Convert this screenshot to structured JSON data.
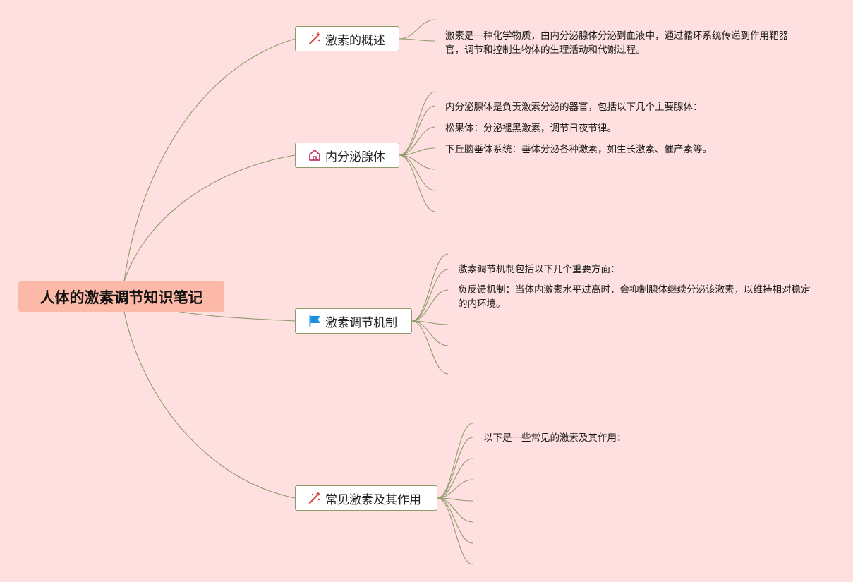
{
  "colors": {
    "background": "#ffe0e0",
    "root_fill": "#fdb9a8",
    "branch_border": "#8e9a6b",
    "connector": "#8e9a6b",
    "wand_icon": "#d6453a",
    "house_icon": "#c23b63",
    "flag_icon": "#1a8fe0"
  },
  "root": {
    "title": "人体的激素调节知识笔记"
  },
  "branches": [
    {
      "label": "激素的概述",
      "icon": "magic-wand-icon",
      "leaves": [
        "激素是一种化学物质，由内分泌腺体分泌到血液中，通过循环系统传递到作用靶器官，调节和控制生物体的生理活动和代谢过程。"
      ]
    },
    {
      "label": "内分泌腺体",
      "icon": "house-icon",
      "leaves": [
        "内分泌腺体是负责激素分泌的器官，包括以下几个主要腺体：",
        "松果体：分泌褪黑激素，调节日夜节律。",
        "下丘脑垂体系统：垂体分泌各种激素，如生长激素、催产素等。"
      ]
    },
    {
      "label": "激素调节机制",
      "icon": "flag-icon",
      "leaves": [
        "激素调节机制包括以下几个重要方面：",
        "负反馈机制：当体内激素水平过高时，会抑制腺体继续分泌该激素，以维持相对稳定的内环境。"
      ]
    },
    {
      "label": "常见激素及其作用",
      "icon": "magic-wand-icon",
      "leaves": [
        "以下是一些常见的激素及其作用："
      ]
    }
  ]
}
